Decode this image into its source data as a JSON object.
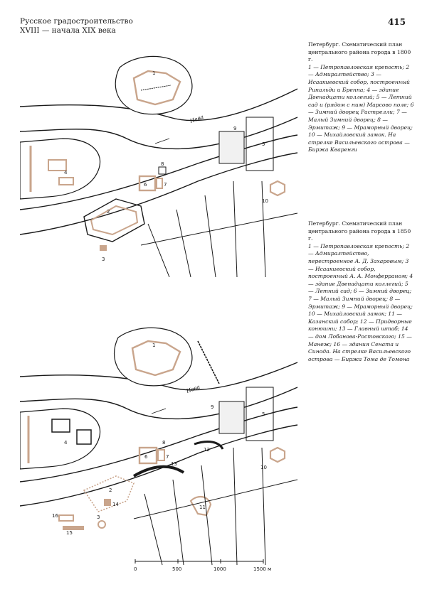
{
  "header": {
    "running_title_line1": "Русское градостроительство",
    "running_title_line2": "XVIII — начала XIX века",
    "page_number": "415"
  },
  "figure_1800": {
    "caption_title": "Петербург. Схематический план центрального района города в 1800 г.",
    "caption_body": "1 — Петропавловская крепость; 2 — Адмиралтейство; 3 — Исаакиевский собор, построенный Ринальди и Бренна; 4 — здание Двенадцати коллегий; 5 — Летний сад и (рядом с ним) Марсово поле; 6 — Зимний дворец Растрелли; 7 — Малый Зимний дворец; 8 — Эрмитаж; 9 — Мраморный дворец; 10 — Михайловский замок. На стрелке Васильевского острова — Биржа Кваренги",
    "river_label": "Нева",
    "markers": [
      "1",
      "2",
      "3",
      "4",
      "5",
      "6",
      "7",
      "8",
      "9",
      "10"
    ]
  },
  "figure_1850": {
    "caption_title": "Петербург. Схематический план центрального района города в 1850 г.",
    "caption_body": "1 — Петропавловская крепость; 2 — Адмиралтейство, перестроенное А. Д. Захаровым; 3 — Исаакиевский собор, построенный А. А. Монферраном; 4 — здание Двенадцати коллегий; 5 — Летний сад; 6 — Зимний дворец; 7 — Малый Зимний дворец; 8 — Эрмитаж; 9 — Мраморный дворец; 10 — Михайловский замок; 11 — Казанский собор; 12 — Придворные конюшни; 13 — Главный штаб; 14 — дом Лобанова-Ростовского; 15 — Манеж; 16 — здания Сената и Синода. На стрелке Васильевского острова — Биржа Тома де Томона",
    "river_label": "Нева",
    "markers": [
      "1",
      "2",
      "3",
      "4",
      "5",
      "6",
      "7",
      "8",
      "9",
      "10",
      "11",
      "12",
      "13",
      "14",
      "15",
      "16"
    ]
  },
  "scale_bar": {
    "ticks": [
      "0",
      "500",
      "1000",
      "1500 м"
    ]
  },
  "colors": {
    "building_fill": "#c9a58c",
    "ink": "#1a1a1a",
    "paper": "#ffffff"
  }
}
